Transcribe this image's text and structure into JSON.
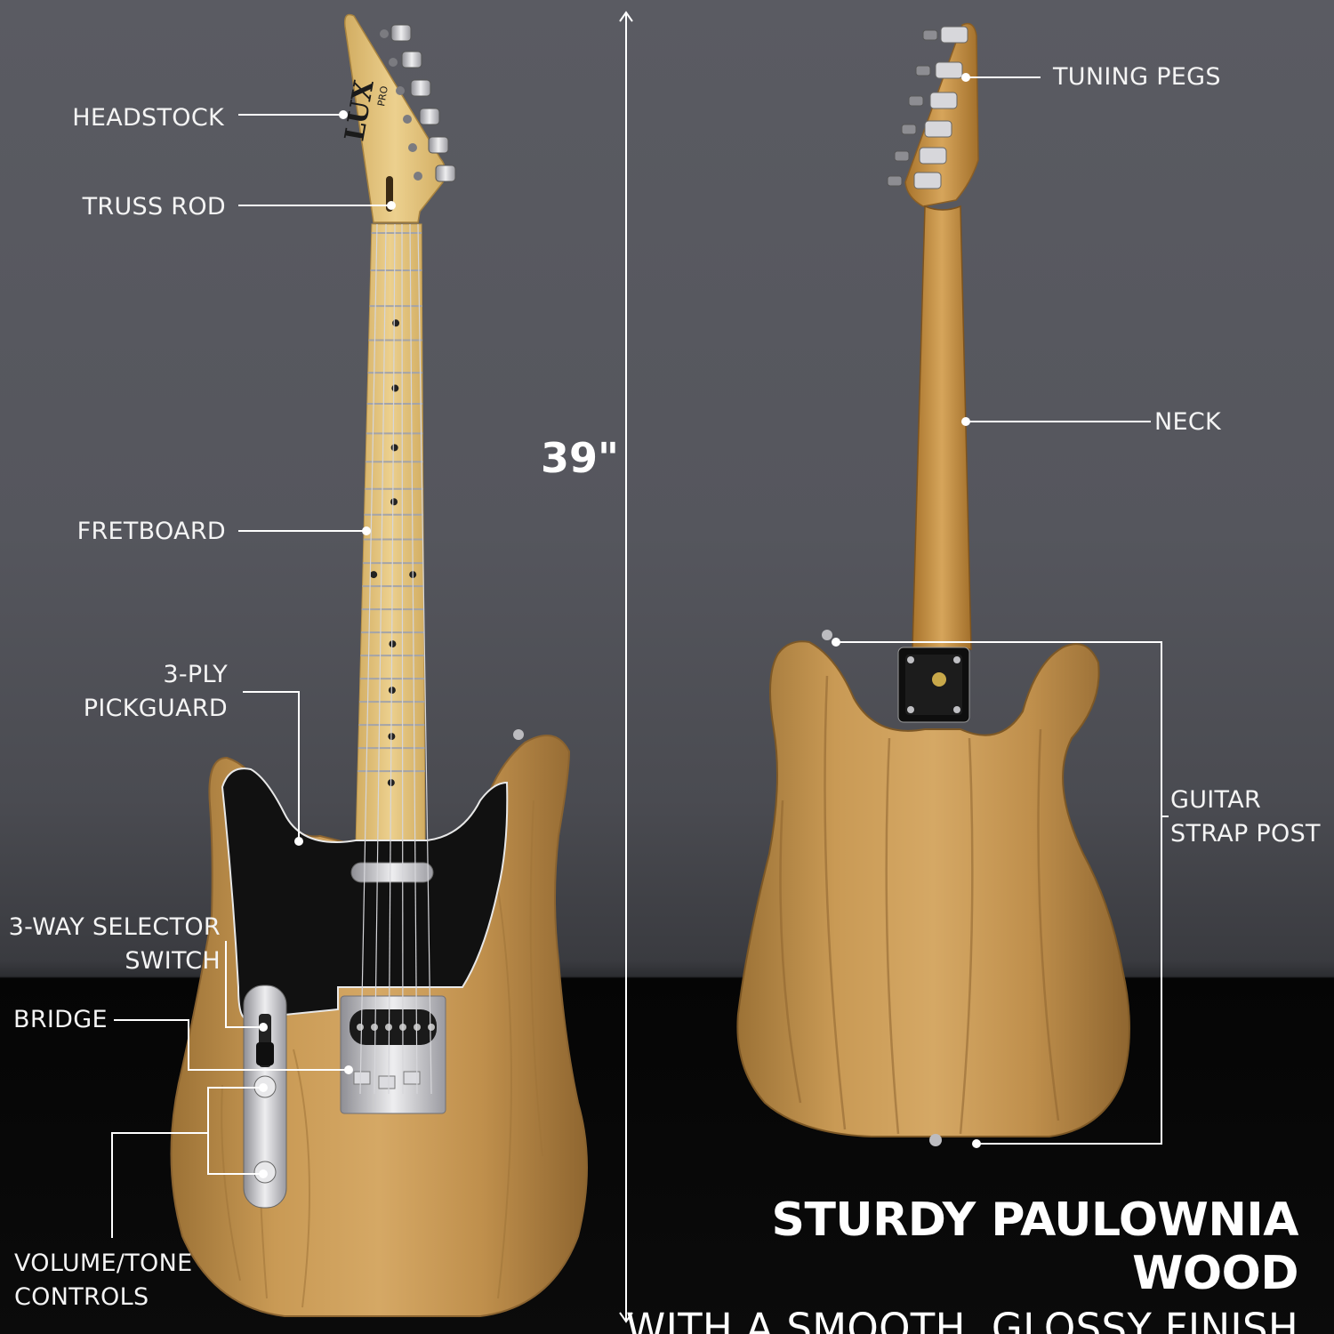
{
  "labels": {
    "headstock": "HEADSTOCK",
    "truss_rod": "TRUSS ROD",
    "fretboard": "FRETBOARD",
    "pickguard": [
      "3-PLY",
      "PICKGUARD"
    ],
    "selector": [
      "3-WAY SELECTOR",
      "SWITCH"
    ],
    "bridge": "BRIDGE",
    "controls": [
      "VOLUME/TONE",
      "CONTROLS"
    ],
    "tuning_pegs": "TUNING PEGS",
    "neck": "NECK",
    "strap_post": [
      "GUITAR",
      "STRAP POST"
    ]
  },
  "logo": {
    "brand": "LUX",
    "sub": "PRO"
  },
  "measurement": "39\"",
  "headline": {
    "line1": "STURDY PAULOWNIA WOOD",
    "line2": "WITH A SMOOTH, GLOSSY FINISH"
  },
  "colors": {
    "wood": "#c99a55",
    "maple": "#e3c57e",
    "pickguard": "#111111",
    "chrome": "#c8c8cc",
    "label_text": "#f4f4f4",
    "leader_line": "#ffffff"
  }
}
